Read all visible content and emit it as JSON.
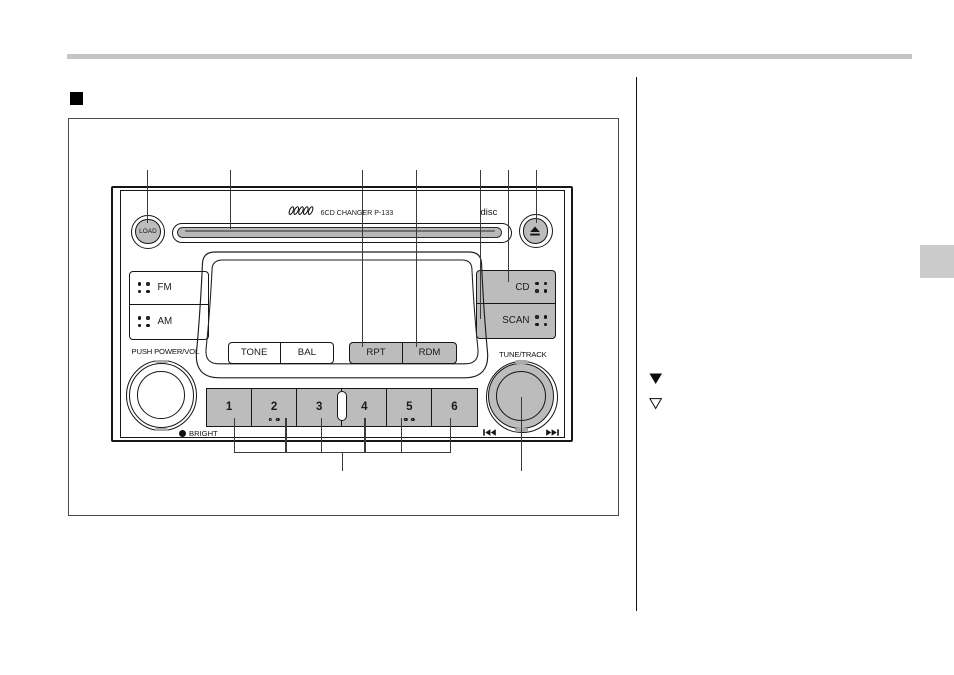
{
  "page": {
    "background": "#ffffff",
    "rule_color": "#c5c5c5",
    "edge_tab_color": "#cbcbcb"
  },
  "figure": {
    "radio": {
      "load_label": "LOAD",
      "brand_text": "6CD CHANGER P-133",
      "disc_label": "disc",
      "band_buttons": {
        "fm": "FM",
        "am": "AM"
      },
      "source_buttons": {
        "cd": "CD",
        "scan": "SCAN"
      },
      "audio_buttons": {
        "tone": "TONE",
        "bal": "BAL"
      },
      "mode_buttons": {
        "rpt": "RPT",
        "rdm": "RDM"
      },
      "volume_label": "PUSH POWER/VOL",
      "bright_label": "BRIGHT",
      "tune_label": "TUNE/TRACK",
      "presets": [
        "1",
        "2",
        "3",
        "4",
        "5",
        "6"
      ],
      "button_gray": "#bcbcbc"
    },
    "icons": {
      "eject": "eject-icon",
      "previous_track": "previous-track-icon",
      "next_track": "next-track-icon",
      "brand_logo": "coil-logo-icon",
      "bright": "bright-dot-icon",
      "fm_dots": "button-dots-icon",
      "am_dots": "button-dots-icon",
      "cd_dots": "button-dots-icon",
      "scan_dots": "button-dots-icon",
      "section_marker": "black-square-icon",
      "list_bullet_filled": "filled-down-triangle-icon",
      "list_bullet_hollow": "hollow-down-triangle-icon"
    }
  }
}
